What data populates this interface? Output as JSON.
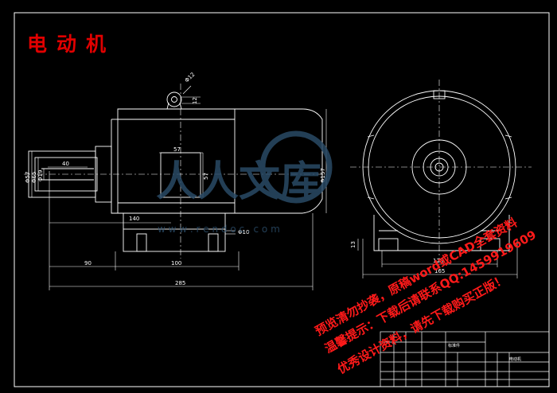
{
  "drawing": {
    "title": "电动机",
    "colors": {
      "background": "#000000",
      "lines": "#ffffff",
      "title": "#e00000",
      "watermark_logo": "#2a4a66",
      "watermark_text": "#ff1a1a"
    }
  },
  "dimensions": {
    "top_hole": "Φ12",
    "top_hole_depth": "12",
    "square_width": "57",
    "square_height": "57",
    "shaft_length": "40",
    "shaft_d1": "Φ57",
    "shaft_d2": "Φ65",
    "shaft_d3": "Φ19",
    "overall_height": "Φ157",
    "center_offset": "140",
    "foot_height": "Φ10",
    "left_offset": "90",
    "mount_span": "100",
    "total_length": "285",
    "side_foot": "13",
    "side_inner": "128",
    "side_total": "165"
  },
  "watermark": {
    "logo_text": "人人文库",
    "url": "w w w . r e n d o c . c o m",
    "lines": [
      "预览清勿抄袭，原稿word或CAD全套资料",
      "温馨提示：下载后请联系QQ:1459919609",
      "优秀设计资料，请先下载购买正版！"
    ]
  },
  "title_block": {
    "cells": [
      "标准件",
      "电动机"
    ]
  }
}
